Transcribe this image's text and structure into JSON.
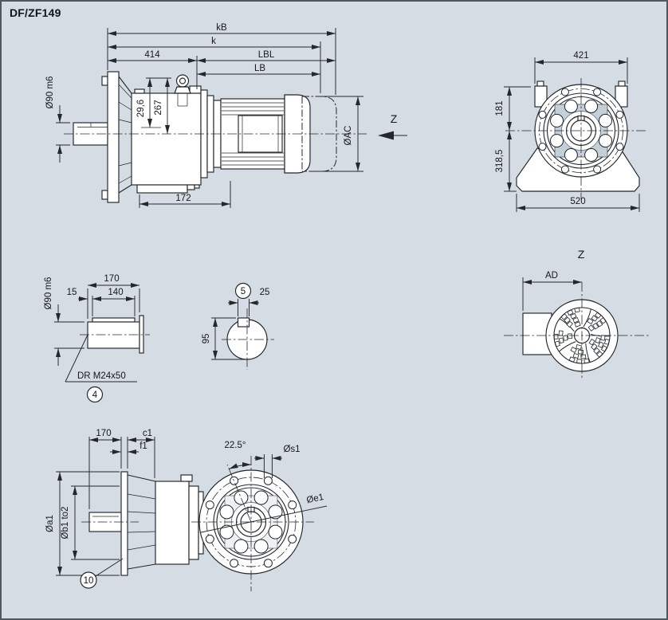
{
  "title": "DF/ZF149",
  "colors": {
    "background": "#d5dce3",
    "line": "#20262b",
    "fill": "#ffffff",
    "accent_gray": "#c4cfd7"
  },
  "side_view": {
    "kB": "kB",
    "k": "k",
    "d414": "414",
    "LBL": "LBL",
    "LB": "LB",
    "shaft_dia": "Ø90 m6",
    "d29_6": "29,6",
    "d267": "267",
    "d172": "172",
    "ac": "ØAC",
    "z": "Z"
  },
  "front_view": {
    "d421": "421",
    "d181": "181",
    "d318_5": "318,5",
    "d520": "520"
  },
  "fan_view": {
    "z": "Z",
    "ad": "AD"
  },
  "shaft_detail": {
    "dia": "Ø90 m6",
    "d170": "170",
    "d15": "15",
    "d140": "140",
    "note": "DR M24x50",
    "balloon": "4"
  },
  "key_section": {
    "balloon": "5",
    "d25": "25",
    "d95": "95"
  },
  "flange_side": {
    "d170": "170",
    "c1": "c1",
    "f1": "f1",
    "a1": "Øa1",
    "b1": "Øb1 to2",
    "balloon": "10"
  },
  "flange_front": {
    "angle": "22.5°",
    "s1": "Øs1",
    "e1": "Øe1"
  }
}
